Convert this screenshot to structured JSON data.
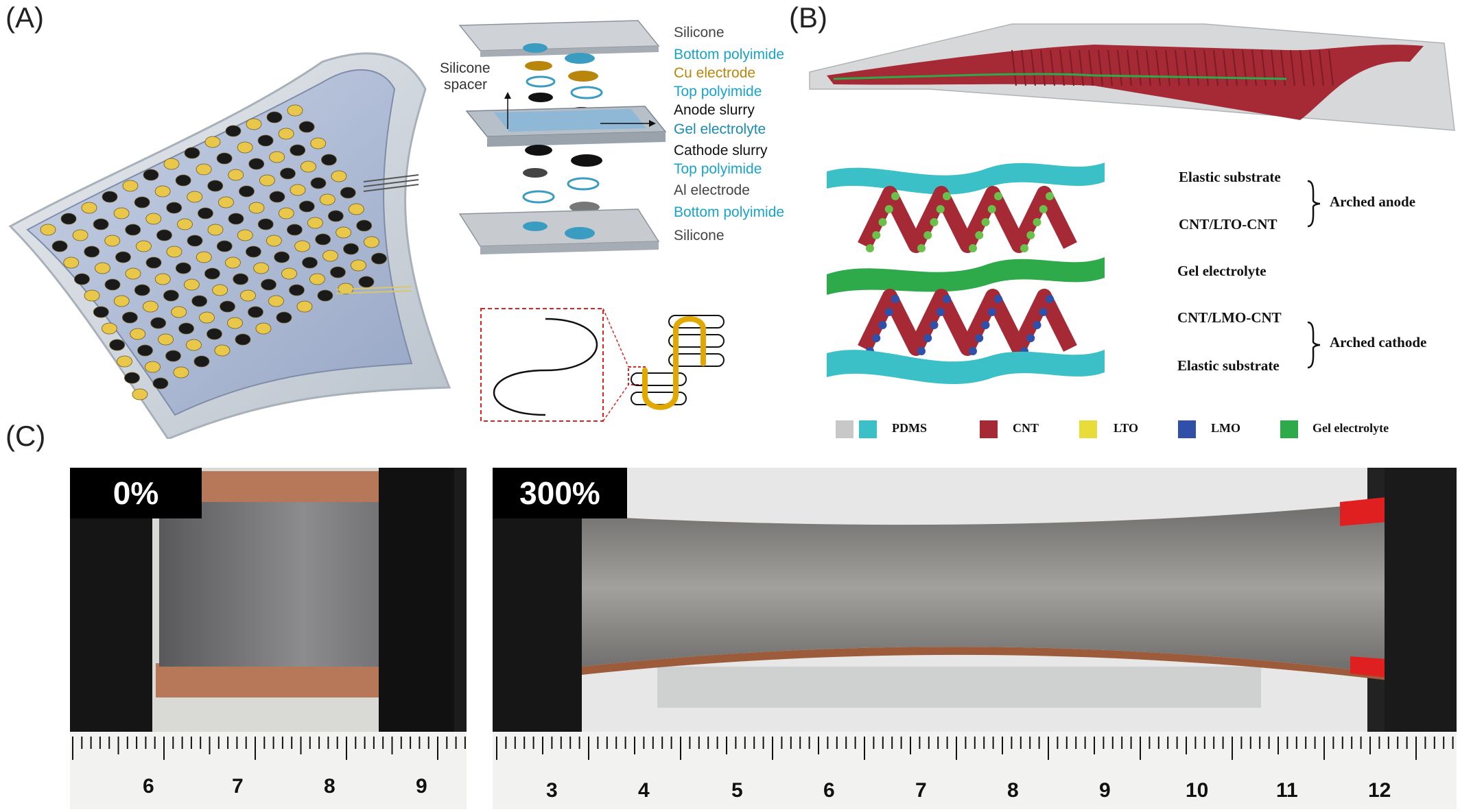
{
  "panels": {
    "a": "(A)",
    "b": "(B)",
    "c": "(C)"
  },
  "panel_a": {
    "spacer_label_1": "Silicone",
    "spacer_label_2": "spacer",
    "layers": [
      {
        "text": "Silicone",
        "color": "#444444"
      },
      {
        "text": "Bottom polyimide",
        "color": "#1aa3c8"
      },
      {
        "text": "Cu electrode",
        "color": "#b8860b"
      },
      {
        "text": "Top polyimide",
        "color": "#1aa3c8"
      },
      {
        "text": "Anode slurry",
        "color": "#111111"
      },
      {
        "text": "Gel electrolyte",
        "color": "#1a8bb0"
      },
      {
        "text": "Cathode slurry",
        "color": "#111111"
      },
      {
        "text": "Top polyimide",
        "color": "#1aa3c8"
      },
      {
        "text": "Al electrode",
        "color": "#444444"
      },
      {
        "text": "Bottom polyimide",
        "color": "#1aa3c8"
      },
      {
        "text": "Silicone",
        "color": "#444444"
      }
    ]
  },
  "panel_b": {
    "labels": {
      "elastic_substrate_top": "Elastic substrate",
      "cnt_lto": "CNT/LTO-CNT",
      "arched_anode": "Arched anode",
      "gel_electrolyte": "Gel electrolyte",
      "cnt_lmo": "CNT/LMO-CNT",
      "arched_cathode": "Arched cathode",
      "elastic_substrate_bottom": "Elastic substrate"
    },
    "legend": [
      {
        "label": "PDMS",
        "colors": [
          "#c8c8c8",
          "#3bc0c8"
        ]
      },
      {
        "label": "CNT",
        "colors": [
          "#a52a35"
        ]
      },
      {
        "label": "LTO",
        "colors": [
          "#e8dc3a"
        ]
      },
      {
        "label": "LMO",
        "colors": [
          "#2f4fa8"
        ]
      },
      {
        "label": "Gel electrolyte",
        "colors": [
          "#2faa4a"
        ]
      }
    ]
  },
  "panel_c": {
    "photos": [
      {
        "tag": "0%",
        "ruler": [
          "6",
          "7",
          "8",
          "9"
        ]
      },
      {
        "tag": "300%",
        "ruler": [
          "3",
          "4",
          "5",
          "6",
          "7",
          "8",
          "9",
          "10",
          "11",
          "12"
        ]
      }
    ]
  }
}
